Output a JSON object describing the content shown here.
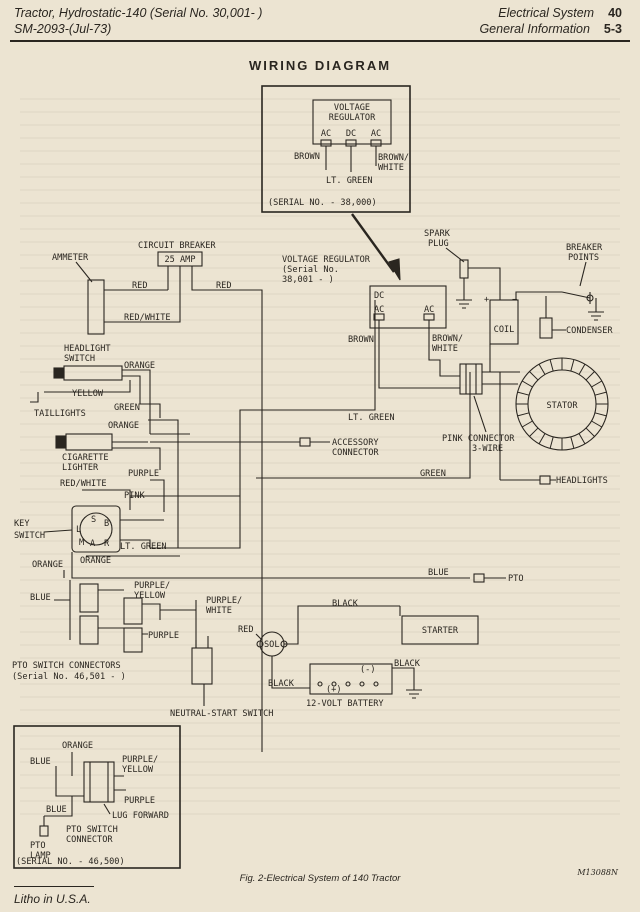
{
  "header": {
    "title_left": "Tractor, Hydrostatic-140 (Serial No. 30,001-          )",
    "subtitle_left": "SM-2093-(Jul-73)",
    "section": "Electrical System",
    "page_num": "40",
    "subsection": "General Information",
    "page_code": "5-3"
  },
  "diagram_title": "WIRING DIAGRAM",
  "labels": {
    "inset_vr": "VOLTAGE",
    "inset_vr2": "REGULATOR",
    "ac": "AC",
    "dc": "DC",
    "brown": "BROWN",
    "brown_white_1": "BROWN/",
    "brown_white_2": "WHITE",
    "brown_white_b": "BROWN/",
    "brown_white_b2": "WHITE",
    "lt_green": "LT. GREEN",
    "inset_serial": "(SERIAL NO.        - 38,000)",
    "circuit_breaker": "CIRCUIT BREAKER",
    "amp": "25 AMP",
    "ammeter": "AMMETER",
    "red": "RED",
    "red_white": "RED/WHITE",
    "headlight_switch_1": "HEADLIGHT",
    "headlight_switch_2": "SWITCH",
    "orange": "ORANGE",
    "yellow": "YELLOW",
    "green": "GREEN",
    "taillights": "TAILLIGHTS",
    "cigarette_1": "CIGARETTE",
    "cigarette_2": "LIGHTER",
    "purple": "PURPLE",
    "pink": "PINK",
    "key_switch_1": "KEY",
    "key_switch_2": "SWITCH",
    "blue": "BLUE",
    "purple_yellow_1": "PURPLE/",
    "purple_yellow_2": "YELLOW",
    "purple_white_1": "PURPLE/",
    "purple_white_2": "WHITE",
    "pto_conn_1": "PTO SWITCH CONNECTORS",
    "pto_conn_2": "(Serial No. 46,501 -          )",
    "vr_main_1": "VOLTAGE REGULATOR",
    "vr_main_2": "(Serial No.",
    "vr_main_3": "38,001 -      )",
    "spark_plug_1": "SPARK",
    "spark_plug_2": "PLUG",
    "breaker_1": "BREAKER",
    "breaker_2": "POINTS",
    "coil": "COIL",
    "condenser": "CONDENSER",
    "stator": "STATOR",
    "pink_conn_1": "PINK CONNECTOR",
    "pink_conn_2": "3-WIRE",
    "accessory_1": "ACCESSORY",
    "accessory_2": "CONNECTOR",
    "headlights": "HEADLIGHTS",
    "pto": "PTO",
    "black": "BLACK",
    "starter": "STARTER",
    "sol": "SOL",
    "minus": "(-)",
    "plus": "(+)",
    "battery": "12-VOLT BATTERY",
    "neutral": "NEUTRAL-START SWITCH",
    "ks_s": "S",
    "ks_b": "B",
    "ks_a": "A",
    "ks_r": "R",
    "ks_l": "L",
    "ks_m": "M",
    "lug_forward": "LUG FORWARD",
    "pto_switch_1": "PTO SWITCH",
    "pto_switch_2": "CONNECTOR",
    "pto_lamp_1": "PTO",
    "pto_lamp_2": "LAMP",
    "inset2_serial": "(SERIAL NO.        - 46,500)"
  },
  "caption": "Fig. 2-Electrical System of 140 Tractor",
  "image_code": "M13088N",
  "footer": "Litho in U.S.A."
}
